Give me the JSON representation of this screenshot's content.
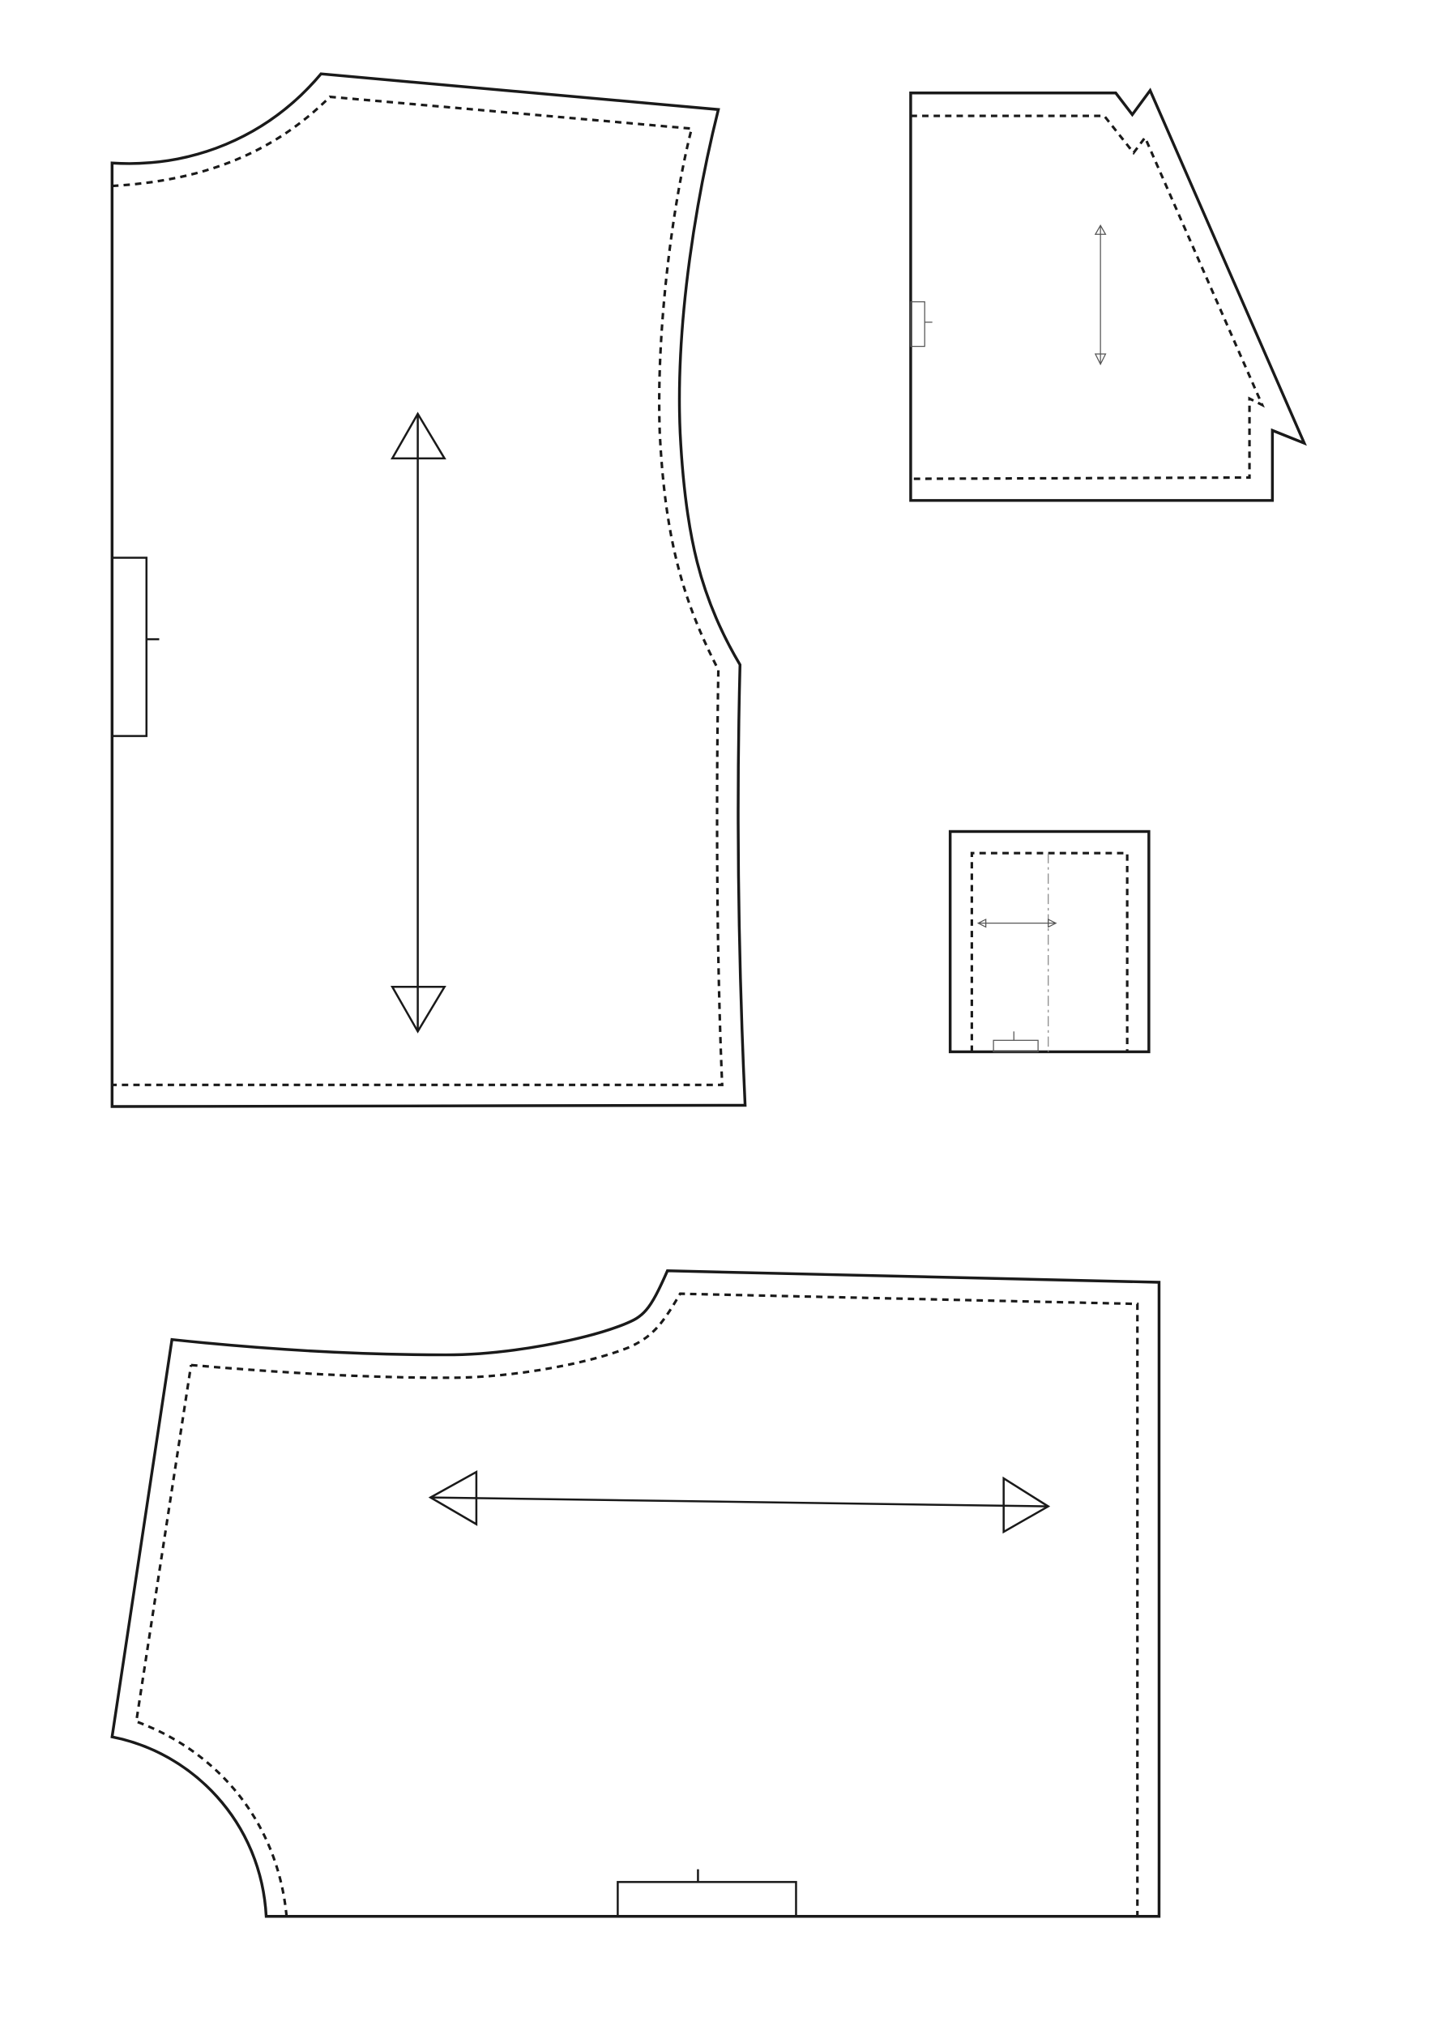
{
  "diagram": {
    "type": "sewing-pattern-pieces",
    "colors": {
      "line": "#1a1a1a",
      "background": "#ffffff",
      "fold_line": "#888888"
    },
    "pieces": [
      {
        "id": "front-bodice",
        "markings": [
          "cutting-line",
          "seam-line",
          "vertical-grainline-arrow",
          "notch-rectangle"
        ]
      },
      {
        "id": "sleeve-piece",
        "markings": [
          "cutting-line",
          "seam-line",
          "vertical-grainline-arrow",
          "notch-rectangle"
        ]
      },
      {
        "id": "pocket-piece",
        "markings": [
          "cutting-line",
          "seam-line",
          "fold-line",
          "horizontal-grainline-arrow",
          "notch-rectangle"
        ]
      },
      {
        "id": "back-piece",
        "markings": [
          "cutting-line",
          "seam-line",
          "horizontal-grainline-arrow",
          "notch-rectangle"
        ]
      }
    ]
  }
}
